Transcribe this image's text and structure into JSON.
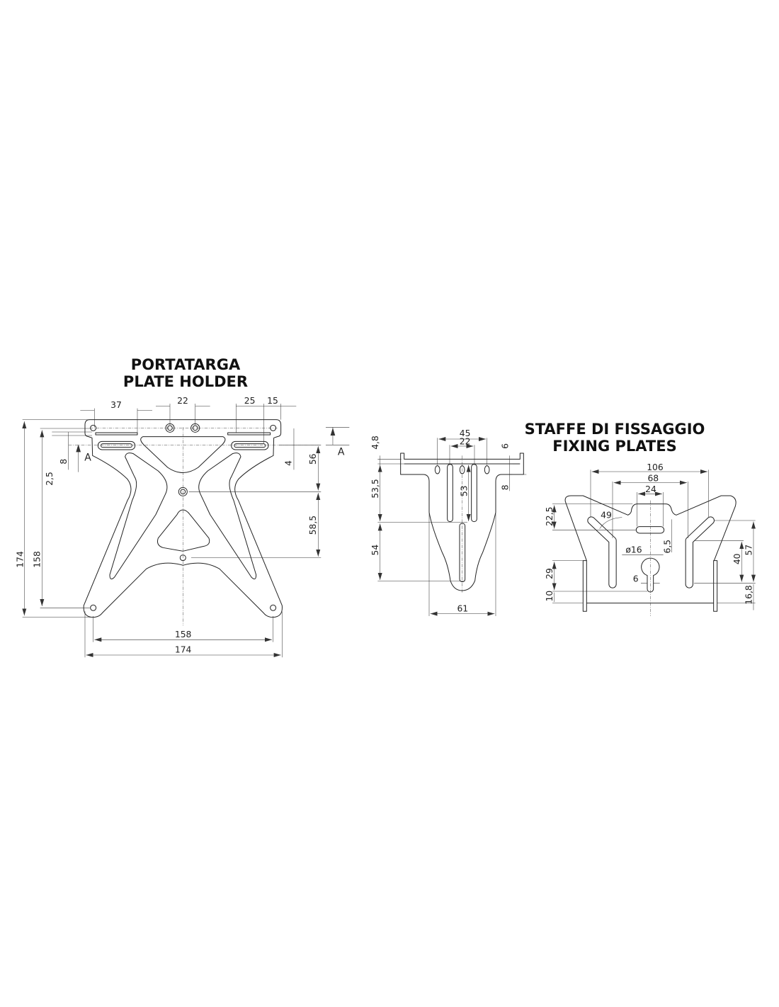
{
  "plate_holder": {
    "title_it": "PORTATARGA",
    "title_en": "PLATE HOLDER",
    "dims": {
      "d37": "37",
      "d22": "22",
      "d25": "25",
      "d15": "15",
      "d174v": "174",
      "d158v": "158",
      "d2_5": "2,5",
      "d8": "8",
      "d4": "4",
      "d56": "56",
      "d58_5": "58,5",
      "d158h": "158",
      "d174h": "174",
      "section_left": "A",
      "section_right": "A"
    }
  },
  "fixing_plates": {
    "title_it": "STAFFE DI FISSAGGIO",
    "title_en": "FIXING PLATES",
    "bracket_a": {
      "d45": "45",
      "d22": "22",
      "d4_8": "4,8",
      "d6": "6",
      "d8": "8",
      "d53_5": "53,5",
      "d53": "53",
      "d54": "54",
      "d61": "61"
    },
    "bracket_b": {
      "d106": "106",
      "d68": "68",
      "d24": "24",
      "d22_5": "22,5",
      "d49": "49",
      "d16": "ø16",
      "d6_5": "6,5",
      "d6": "6",
      "d29": "29",
      "d10": "10",
      "d40": "40",
      "d57": "57",
      "d16_8": "16,8"
    }
  }
}
